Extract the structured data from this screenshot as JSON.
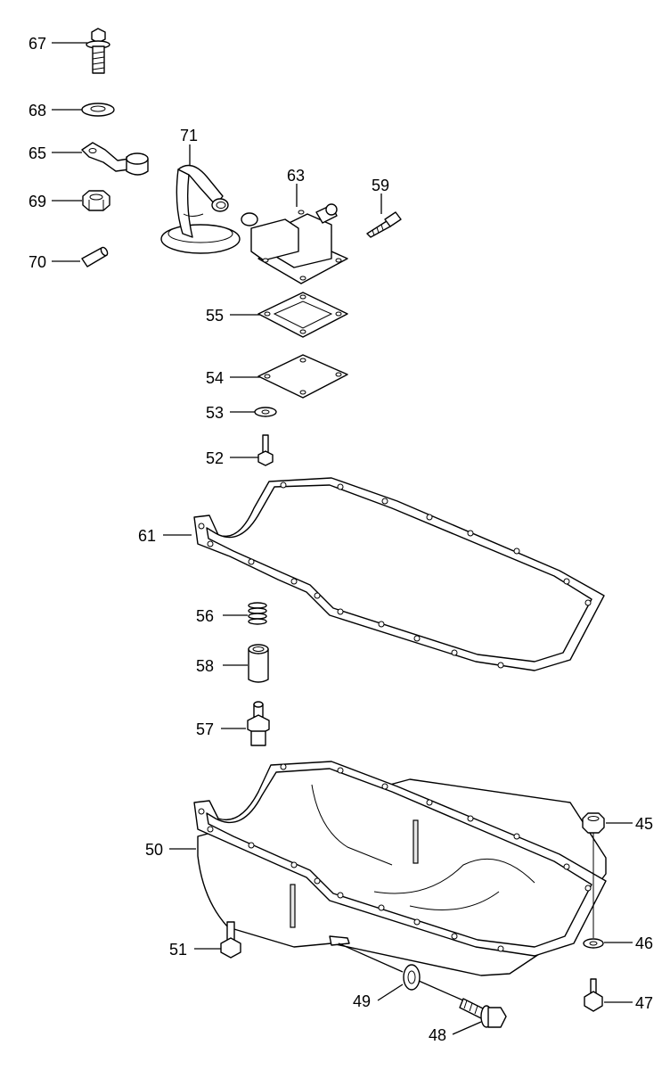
{
  "callouts": {
    "c67": "67",
    "c68": "68",
    "c65": "65",
    "c69": "69",
    "c70": "70",
    "c71": "71",
    "c63": "63",
    "c59": "59",
    "c55": "55",
    "c54": "54",
    "c53": "53",
    "c52": "52",
    "c61": "61",
    "c56": "56",
    "c58": "58",
    "c57": "57",
    "c50": "50",
    "c45": "45",
    "c46": "46",
    "c51": "51",
    "c49": "49",
    "c47": "47",
    "c48": "48"
  }
}
